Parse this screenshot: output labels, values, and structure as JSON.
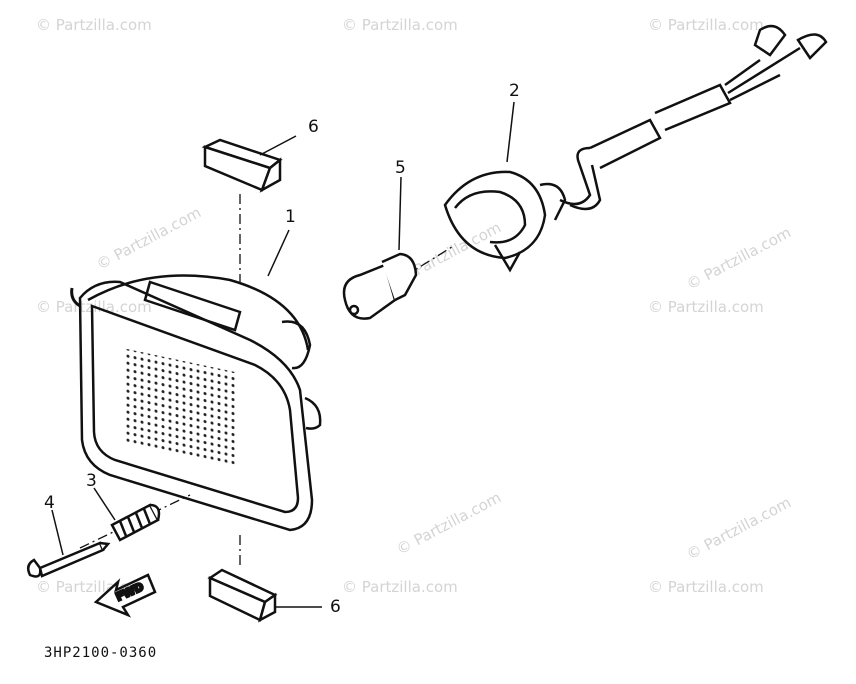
{
  "diagram": {
    "part_code": "3HP2100-0360",
    "callouts": {
      "c1": "1",
      "c2": "2",
      "c3": "3",
      "c4": "4",
      "c5": "5",
      "c6_top": "6",
      "c6_bottom": "6"
    },
    "fwd_arrow_label": "FWD",
    "watermark": "© Partzilla.com"
  }
}
